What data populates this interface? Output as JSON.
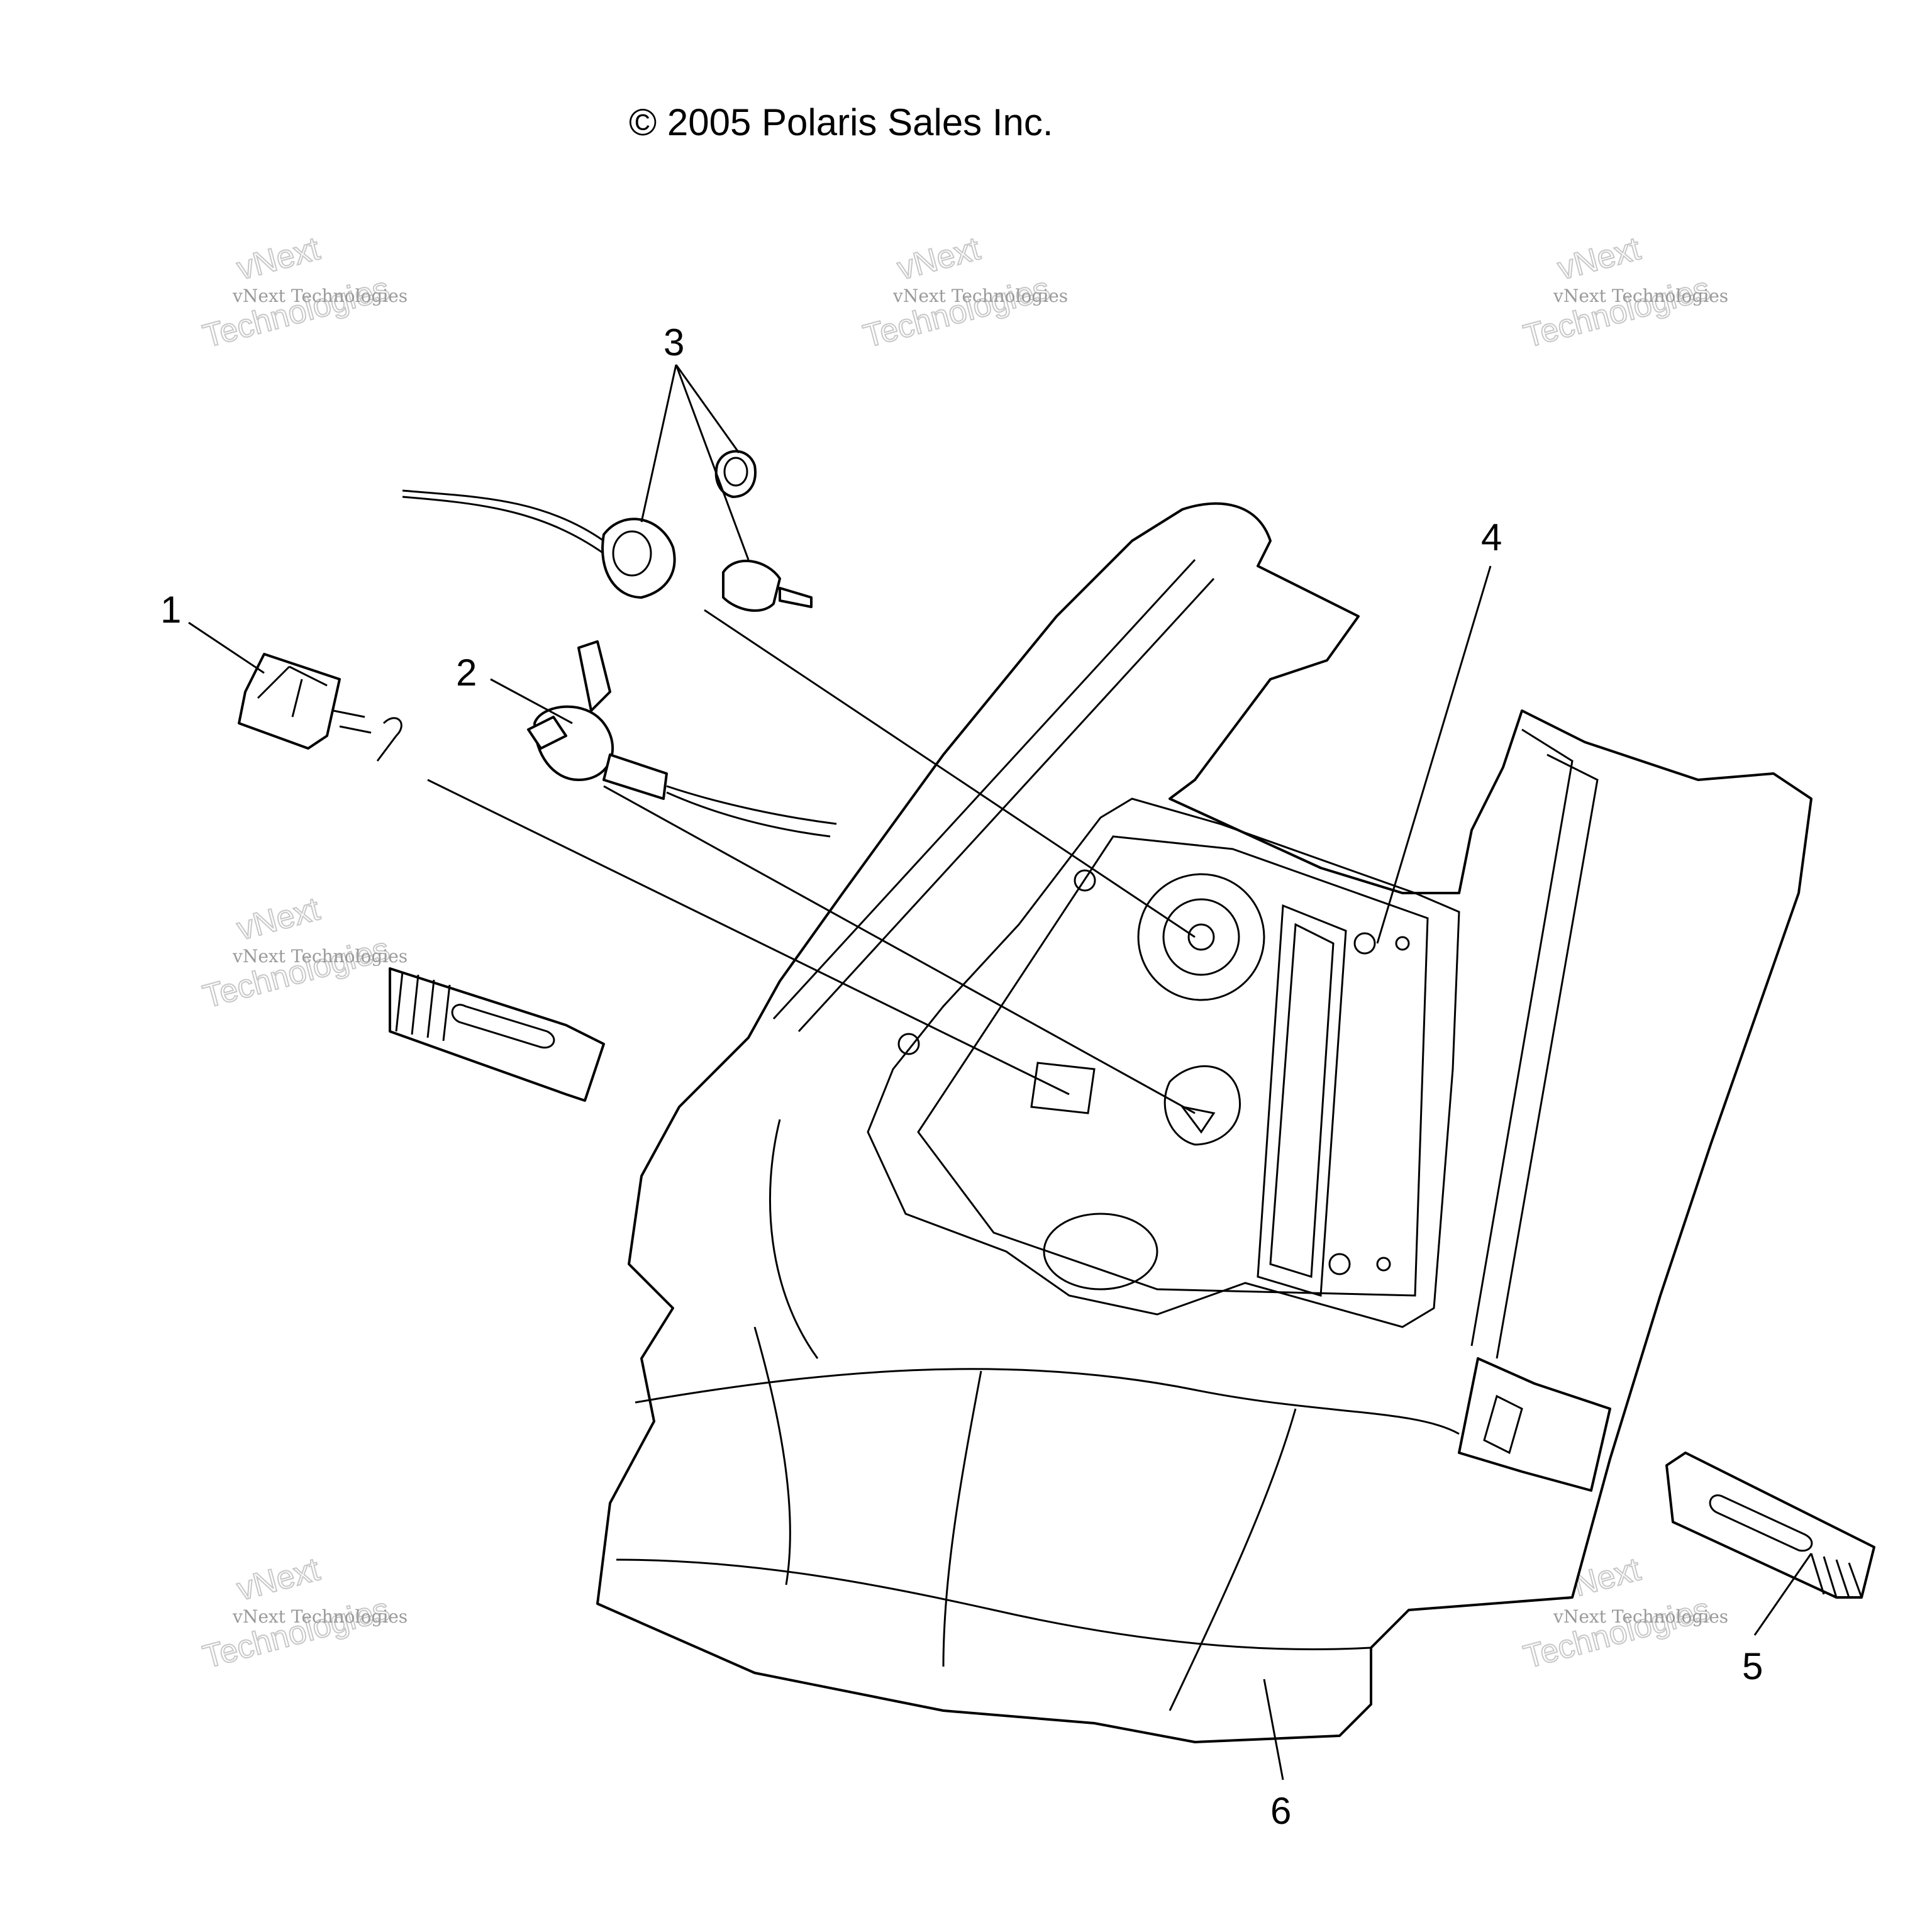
{
  "copyright": "© 2005 Polaris Sales Inc.",
  "watermark": {
    "line1": "vNext Technologies",
    "line2": "vNext",
    "line3": "Technologies"
  },
  "callouts": [
    {
      "id": "1",
      "label": "1"
    },
    {
      "id": "2",
      "label": "2"
    },
    {
      "id": "3",
      "label": "3"
    },
    {
      "id": "4",
      "label": "4"
    },
    {
      "id": "5",
      "label": "5"
    },
    {
      "id": "6",
      "label": "6"
    }
  ]
}
